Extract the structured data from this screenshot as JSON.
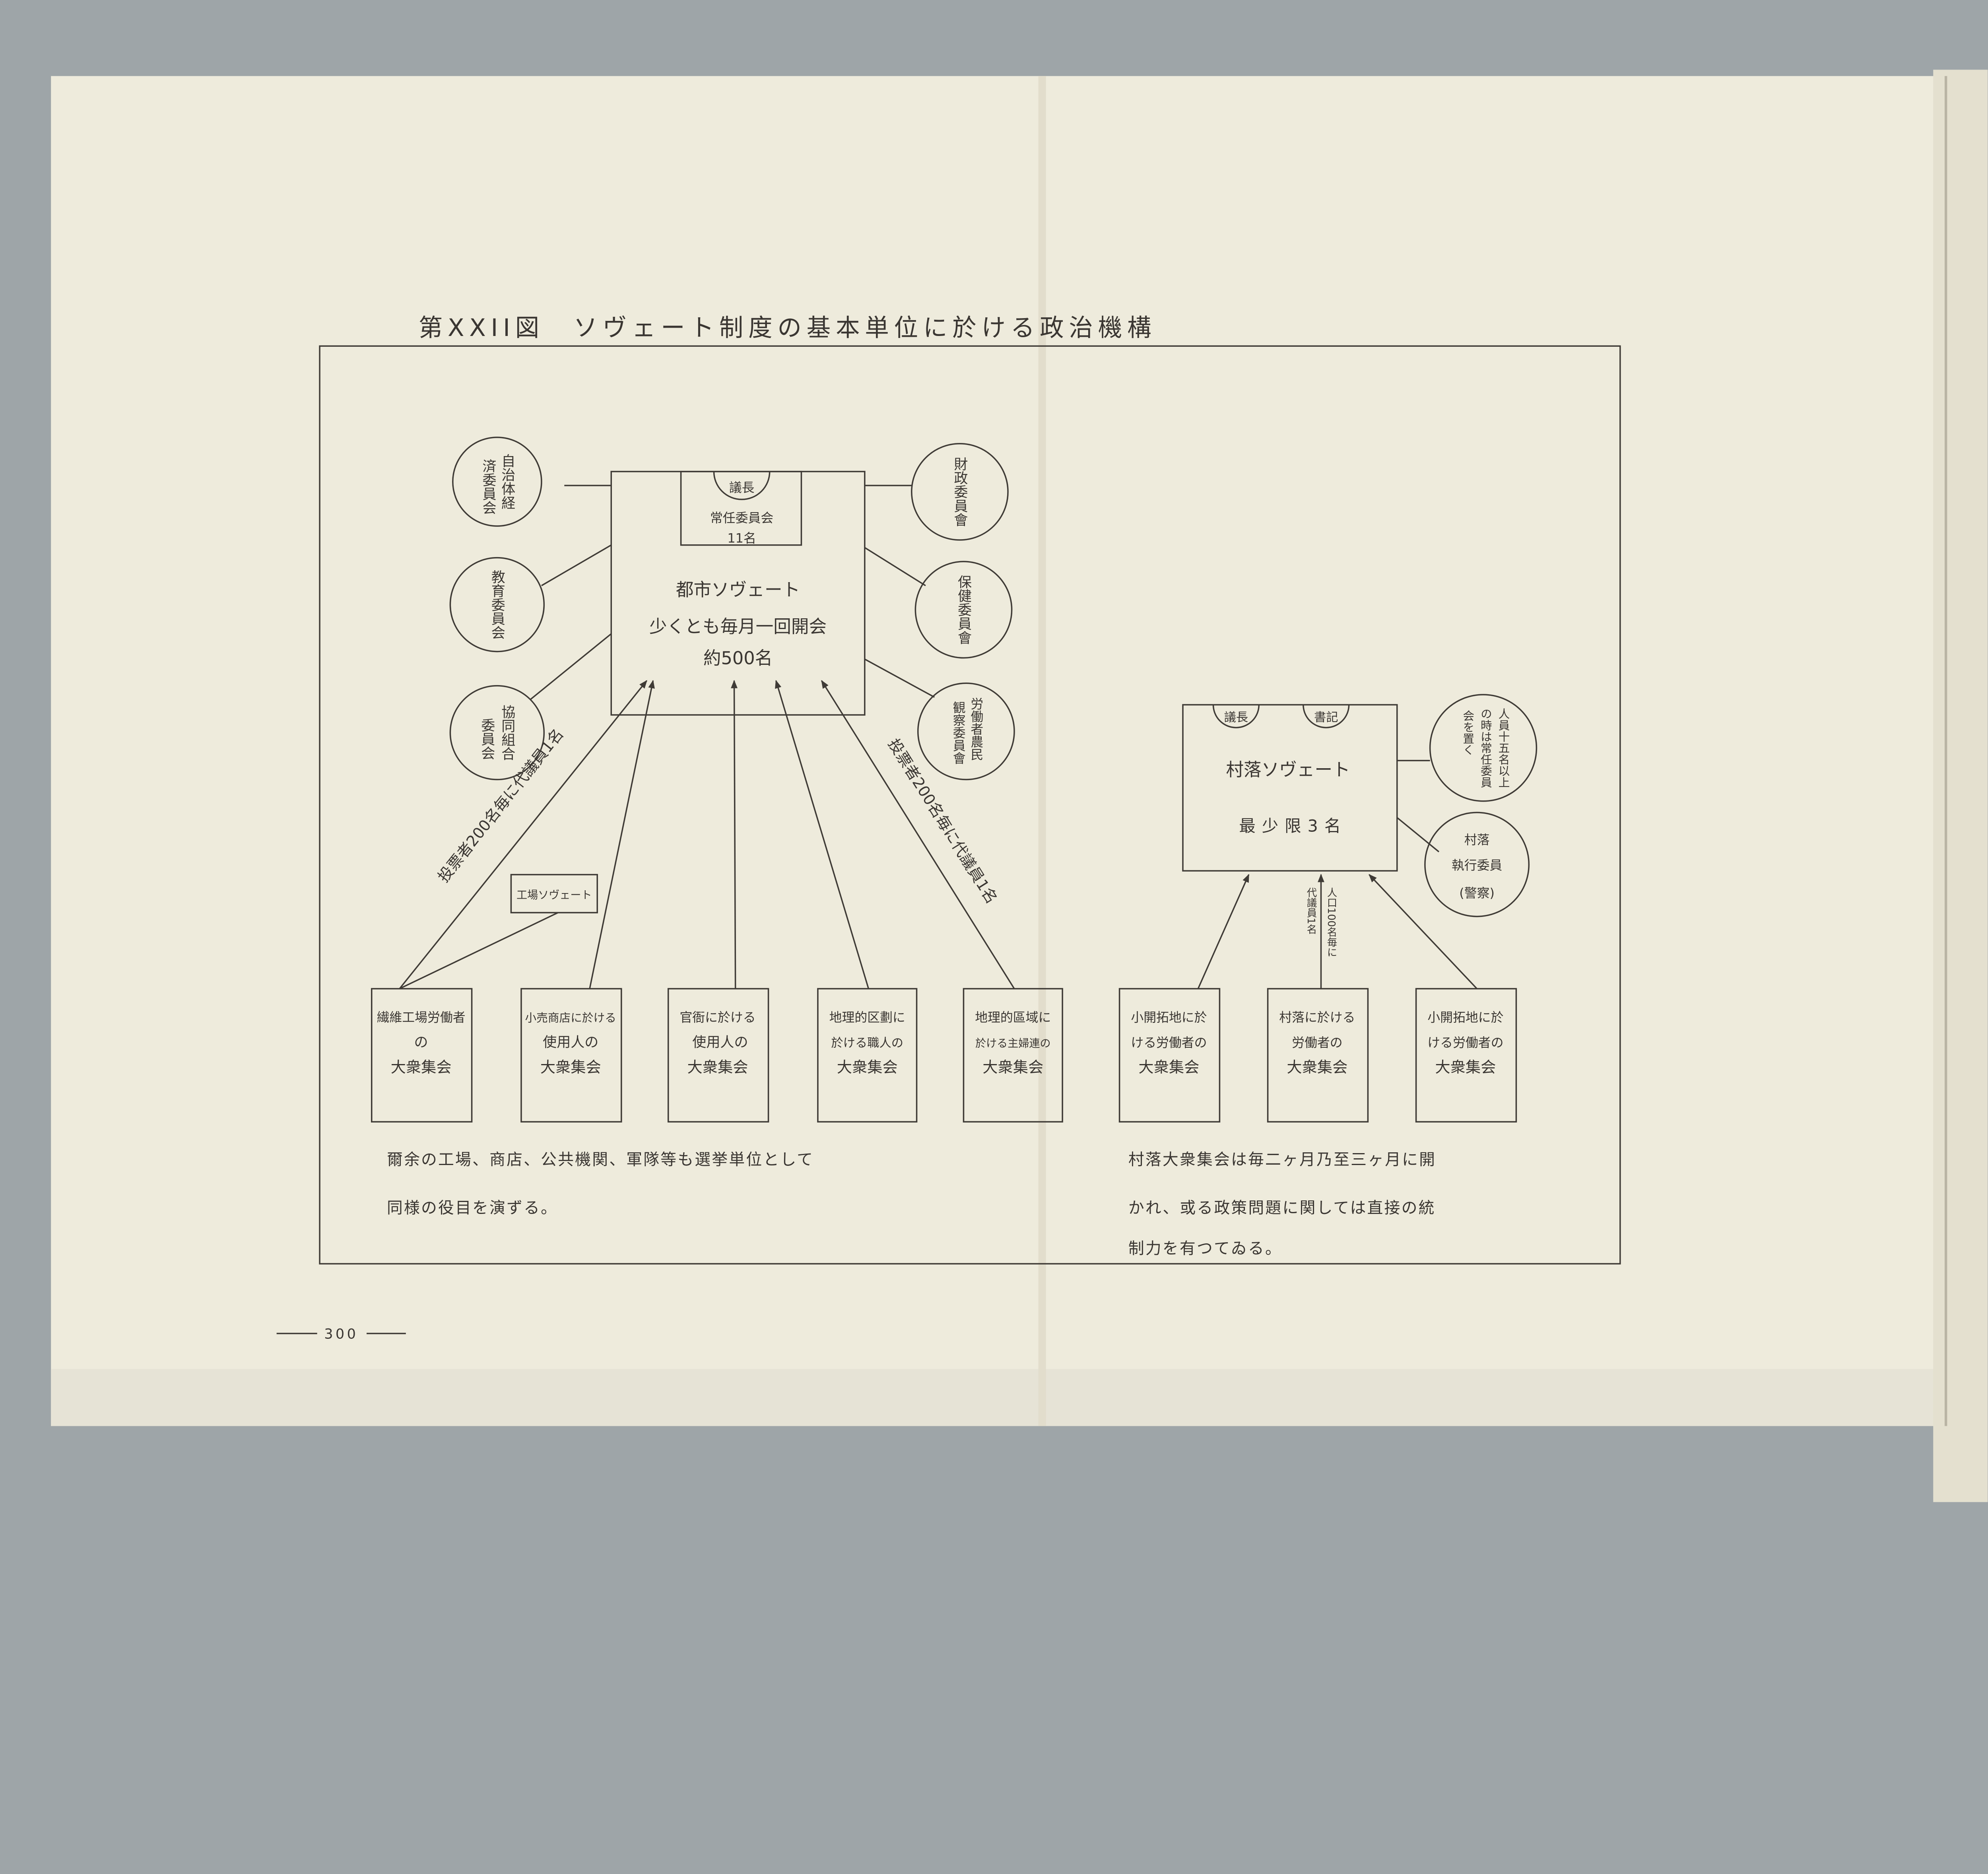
{
  "title": "第XXII図　ソヴェート制度の基本単位に於ける政治機構",
  "city_soviet": {
    "chair": "議長",
    "standing_committee": "常任委員会",
    "standing_count": "11名",
    "name": "都市ソヴェート",
    "meeting": "少くとも毎月一回開会",
    "members": "約500名"
  },
  "city_committees_left": [
    {
      "columns": [
        "自治体経",
        "済委員会"
      ]
    },
    {
      "columns": [
        "教育委員会"
      ]
    },
    {
      "columns": [
        "協同組合",
        "委員会"
      ]
    }
  ],
  "city_committees_right": [
    {
      "columns": [
        "財政委員會"
      ]
    },
    {
      "columns": [
        "保健委員會"
      ]
    },
    {
      "columns": [
        "労働者農民",
        "観察委員會"
      ]
    }
  ],
  "vote_label_left": "投票者200名毎に代議員1名",
  "vote_label_right": "投票者200名毎に代議員1名",
  "factory_soviet": "工場ソヴェート",
  "city_assemblies": [
    {
      "lines": [
        "繊維工場労働者",
        "の",
        "大衆集会"
      ]
    },
    {
      "lines": [
        "小売商店に於ける",
        "使用人の",
        "大衆集会"
      ]
    },
    {
      "lines": [
        "官衙に於ける",
        "使用人の",
        "大衆集会"
      ]
    },
    {
      "lines": [
        "地理的区劃に",
        "於ける職人の",
        "大衆集会"
      ]
    },
    {
      "lines": [
        "地理的區域に",
        "於ける主婦連の",
        "大衆集会"
      ]
    }
  ],
  "village_soviet": {
    "chair": "議長",
    "secretary": "書記",
    "name": "村落ソヴェート",
    "members": "最少限3名"
  },
  "village_committees": [
    {
      "columns": [
        "人員十五名以上",
        "の時は常任委員",
        "会を置く"
      ]
    },
    {
      "lines": [
        "村落",
        "執行委員",
        "(警察)"
      ]
    }
  ],
  "village_vote_label": [
    "人口100名毎に",
    "代議員1名"
  ],
  "village_assemblies": [
    {
      "lines": [
        "小開拓地に於",
        "ける労働者の",
        "大衆集会"
      ]
    },
    {
      "lines": [
        "村落に於ける",
        "労働者の",
        "大衆集会"
      ]
    },
    {
      "lines": [
        "小開拓地に於",
        "ける労働者の",
        "大衆集会"
      ]
    }
  ],
  "note_left": [
    "爾余の工場、商店、公共機関、軍隊等も選挙単位として",
    "同様の役目を演ずる。"
  ],
  "note_right": [
    "村落大衆集会は毎二ヶ月乃至三ヶ月に開",
    "かれ、或る政策問題に関しては直接の統",
    "制力を有つてゐる。"
  ],
  "page_number": "300",
  "colors": {
    "paper": "#eeebdc",
    "ink": "#3a3632",
    "background": "#9ea5a8"
  }
}
